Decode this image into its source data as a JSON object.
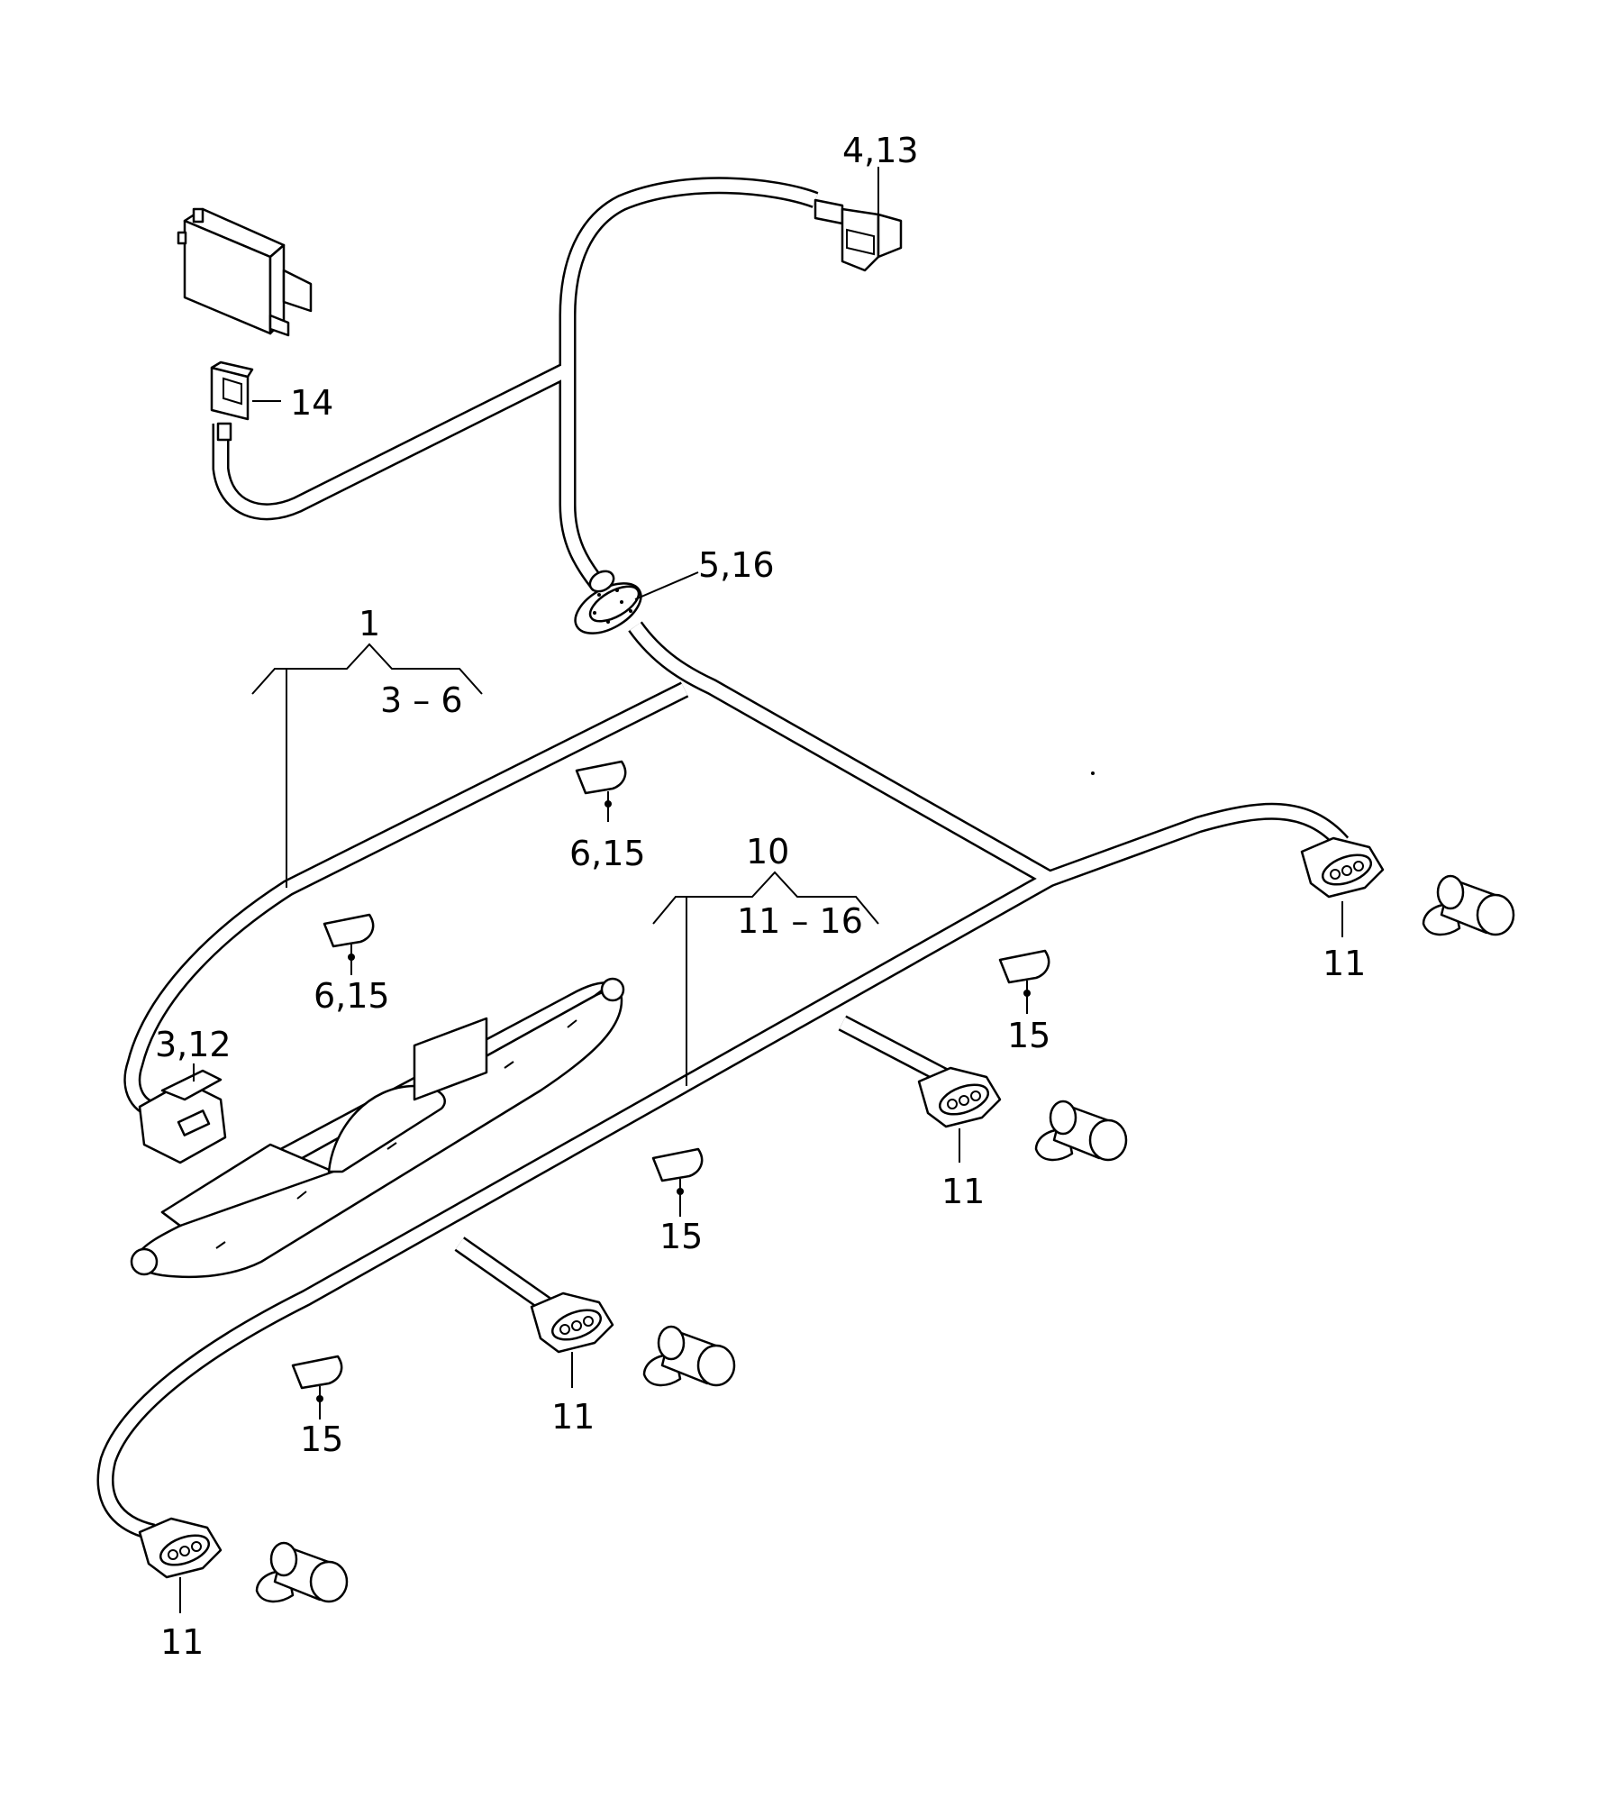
{
  "callouts": {
    "c_4_13": "4,13",
    "c_14": "14",
    "c_5_16": "5,16",
    "c_1": "1",
    "c_3_6": "3 – 6",
    "c_6_15_a": "6,15",
    "c_6_15_b": "6,15",
    "c_3_12": "3,12",
    "c_10": "10",
    "c_11_16": "11 – 16",
    "c_11_a": "11",
    "c_15_a": "15",
    "c_11_b": "11",
    "c_15_b": "15",
    "c_11_c": "11",
    "c_15_c": "15",
    "c_11_d": "11"
  }
}
